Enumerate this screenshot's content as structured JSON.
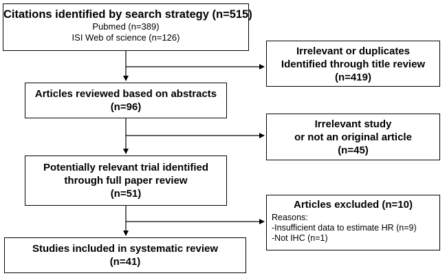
{
  "boxes": {
    "identified": {
      "title": "Citations identified by search strategy (n=515)",
      "sources": [
        "Pubmed (n=389)",
        "ISI Web of science (n=126)"
      ]
    },
    "abstracts": {
      "line1": "Articles reviewed based on abstracts",
      "count": "(n=96)"
    },
    "fullpaper": {
      "line1": "Potentially relevant trial identified",
      "line2": "through full paper review",
      "count": "(n=51)"
    },
    "included": {
      "line1": "Studies included in systematic review",
      "count": "(n=41)"
    },
    "excl_title": {
      "line1": "Irrelevant or duplicates",
      "line2": "Identified through title review",
      "count": "(n=419)"
    },
    "excl_abstract": {
      "line1": "Irrelevant study",
      "line2": "or not an original article",
      "count": "(n=45)"
    },
    "excl_full": {
      "title": "Articles excluded (n=10)",
      "reasons_label": "Reasons:",
      "reasons": [
        "-Insufficient data to estimate HR (n=9)",
        "-Not IHC (n=1)"
      ]
    }
  }
}
